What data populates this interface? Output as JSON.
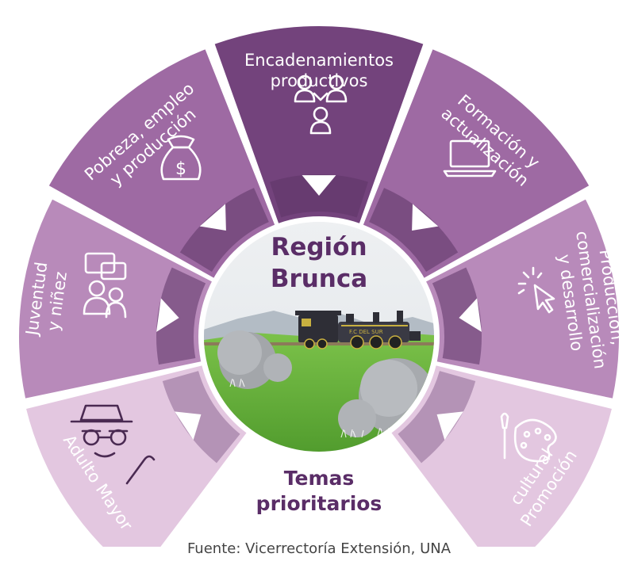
{
  "center": {
    "line1": "Región",
    "line2": "Brunca"
  },
  "subtitle": {
    "line1": "Temas",
    "line2": "prioritarios"
  },
  "source": "Fuente: Vicerrectoría Extensión, UNA",
  "segments": [
    {
      "lines": [
        "Adulto Mayor"
      ],
      "icon": "elder-icon",
      "color": "#e3c7e0"
    },
    {
      "lines": [
        "Juventud",
        "y niñez"
      ],
      "icon": "youth-chat-icon",
      "color": "#b88aba"
    },
    {
      "lines": [
        "Pobreza, empleo",
        "y producción"
      ],
      "icon": "money-bag-icon",
      "color": "#9e6aa3"
    },
    {
      "lines": [
        "Encadenamientos",
        "productivos"
      ],
      "icon": "network-people-icon",
      "color": "#73437c"
    },
    {
      "lines": [
        "Formación y",
        "actualización"
      ],
      "icon": "laptop-icon",
      "color": "#9e6aa3"
    },
    {
      "lines": [
        "Producción,",
        "comercialización",
        "y desarrollo"
      ],
      "icon": "cursor-click-icon",
      "color": "#b88aba"
    },
    {
      "lines": [
        "Promoción",
        "cultural"
      ],
      "icon": "palette-icon",
      "color": "#e3c7e0"
    }
  ],
  "colors": {
    "title": "#5a2d67",
    "sky": "#eef0f2",
    "grass": "#6bb53e",
    "train": "#2e2e36",
    "train_accent": "#c8b040"
  },
  "train_plate": "F.C DEL SUR"
}
